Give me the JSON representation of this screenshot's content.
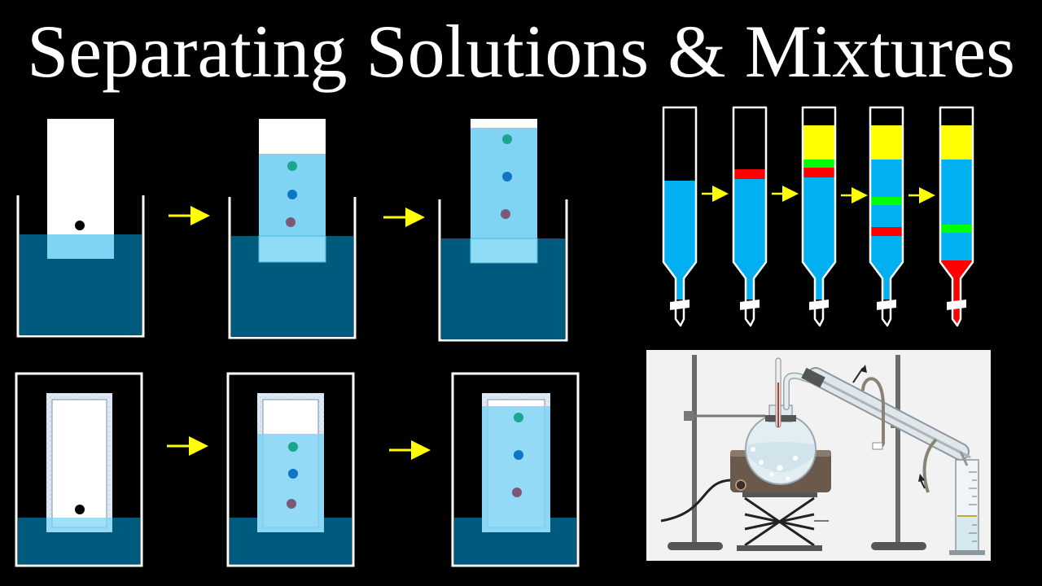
{
  "title": "Separating Solutions & Mixtures",
  "colors": {
    "background": "#000000",
    "water": "#005a7d",
    "wet_paper": "#7fd4f4",
    "paper": "#ffffff",
    "arrow": "#ffff00",
    "column_fill": "#00b0f0",
    "band_red": "#ff0000",
    "band_yellow": "#ffff00",
    "band_green": "#00ff00",
    "spot_black": "#000000",
    "spot_teal": "#1aa58f",
    "spot_blue": "#0f75c9",
    "spot_purple": "#7a5a78"
  },
  "sections": {
    "paper_chromatography": "paper chromatography sequence (3 stages)",
    "tlc": "thin layer chromatography sequence (3 stages)",
    "column_chromatography": "column chromatography sequence (5 stages)",
    "distillation": "distillation apparatus"
  }
}
